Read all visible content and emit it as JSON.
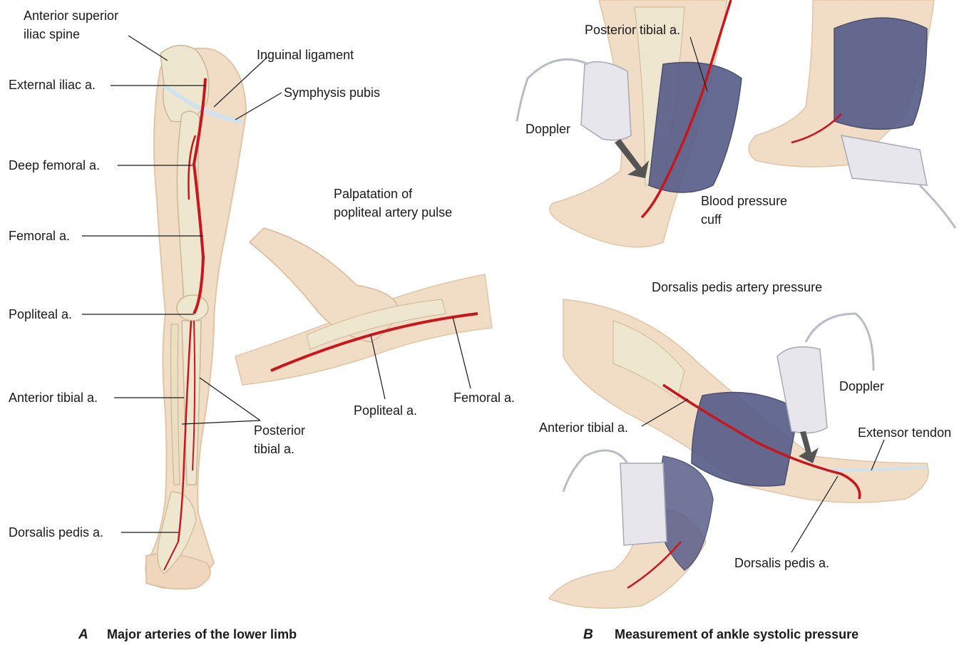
{
  "panel_a": {
    "letter": "A",
    "caption": "Major arteries of the lower limb",
    "labels": {
      "asis_line1": "Anterior superior",
      "asis_line2": "iliac spine",
      "inguinal": "Inguinal ligament",
      "external_iliac": "External iliac a.",
      "symphysis": "Symphysis pubis",
      "deep_femoral": "Deep femoral a.",
      "femoral": "Femoral a.",
      "popliteal": "Popliteal a.",
      "anterior_tibial": "Anterior tibial a.",
      "posterior_tibial_line1": "Posterior",
      "posterior_tibial_line2": "tibial a.",
      "dorsalis_pedis": "Dorsalis pedis a."
    },
    "palpation": {
      "title_line1": "Palpatation of",
      "title_line2": "popliteal artery pulse",
      "popliteal": "Popliteal a.",
      "femoral": "Femoral a."
    }
  },
  "panel_b": {
    "letter": "B",
    "caption": "Measurement of ankle systolic pressure",
    "labels": {
      "posterior_tibial": "Posterior tibial a.",
      "doppler_top": "Doppler",
      "cuff_line1": "Blood pressure",
      "cuff_line2": "cuff",
      "dp_pressure": "Dorsalis pedis artery pressure",
      "doppler_bottom": "Doppler",
      "anterior_tibial": "Anterior tibial a.",
      "extensor": "Extensor tendon",
      "dorsalis_pedis": "Dorsalis pedis a."
    }
  },
  "colors": {
    "skin": "#f1dcc5",
    "skin_shadow": "#e2c4a6",
    "bone": "#efe6cf",
    "bone_edge": "#c8b996",
    "artery": "#c8161d",
    "cuff": "#5a5f8a",
    "cuff_light": "#7c81a8",
    "doppler": "#e6e6ec",
    "ligament": "#cfe3ef"
  }
}
